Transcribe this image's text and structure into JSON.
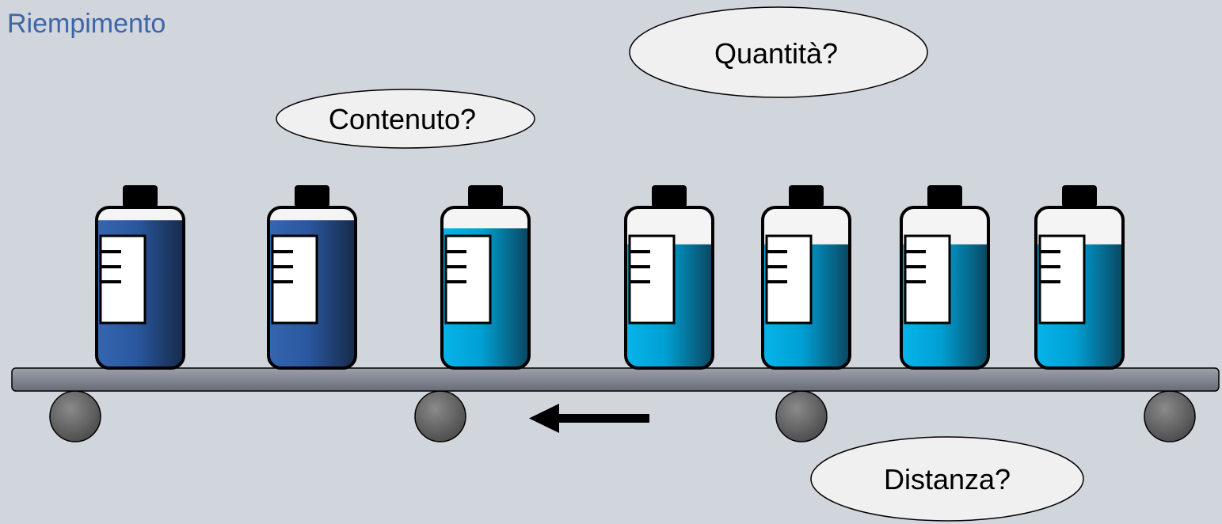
{
  "title": "Riempimento",
  "bubbles": {
    "contenuto": "Contenuto?",
    "quantita": "Quantità?",
    "distanza": "Distanza?"
  },
  "colors": {
    "background": "#d1d5dc",
    "title": "#3d66a8",
    "dark_liquid": "#2b5aa0",
    "light_liquid": "#00a8dd",
    "belt": "#7d8390",
    "wheel": "#5a5a5a"
  },
  "bottles": [
    {
      "liquid": "dark",
      "fill_level": 0.92
    },
    {
      "liquid": "dark",
      "fill_level": 0.92
    },
    {
      "liquid": "light",
      "fill_level": 0.87
    },
    {
      "liquid": "light",
      "fill_level": 0.77
    },
    {
      "liquid": "light",
      "fill_level": 0.77
    },
    {
      "liquid": "light",
      "fill_level": 0.77
    },
    {
      "liquid": "light",
      "fill_level": 0.77
    }
  ],
  "conveyor": {
    "direction": "left"
  }
}
